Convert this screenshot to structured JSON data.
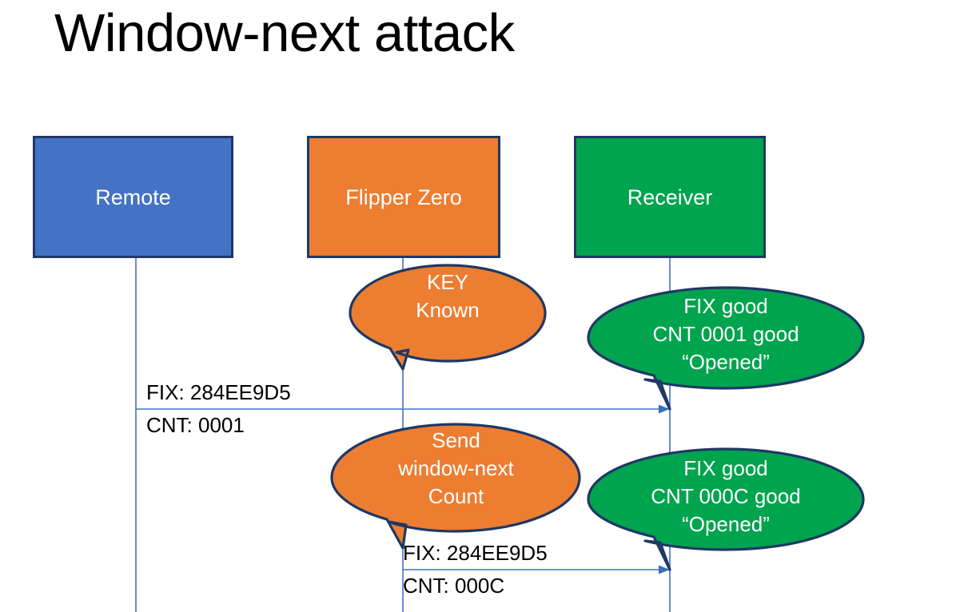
{
  "slide": {
    "title": "Window-next attack",
    "background_color": "#FFFFFF"
  },
  "colors": {
    "remote_fill": "#4472C4",
    "flipper_fill": "#ED7D31",
    "receiver_fill": "#00A44E",
    "shape_outline": "#1F3864",
    "lifeline": "#4472C4",
    "arrow": "#4472C4",
    "label_text": "#000000",
    "shape_text": "#FFFFFF"
  },
  "actors": [
    {
      "id": "remote",
      "label": "Remote",
      "fill": "#4472C4"
    },
    {
      "id": "flipper",
      "label": "Flipper Zero",
      "fill": "#ED7D31"
    },
    {
      "id": "receiver",
      "label": "Receiver",
      "fill": "#00A44E"
    }
  ],
  "callouts": [
    {
      "id": "key-known",
      "owner": "flipper",
      "fill": "#ED7D31",
      "line1": "KEY",
      "line2": "Known",
      "line3": ""
    },
    {
      "id": "receiver-first-packet",
      "owner": "receiver",
      "fill": "#00A44E",
      "line1": "FIX good",
      "line2": "CNT 0001 good",
      "line3": "“Opened”"
    },
    {
      "id": "send-window-next",
      "owner": "flipper",
      "fill": "#ED7D31",
      "line1": "Send",
      "line2": "window-next",
      "line3": "Count"
    },
    {
      "id": "receiver-second-packet",
      "owner": "receiver",
      "fill": "#00A44E",
      "line1": "FIX good",
      "line2": "CNT 000C good",
      "line3": "“Opened”"
    }
  ],
  "messages": [
    {
      "id": "msg-remote-to-receiver",
      "from": "remote",
      "to": "receiver",
      "fix": "FIX: 284EE9D5",
      "cnt": "CNT: 0001"
    },
    {
      "id": "msg-flipper-to-receiver",
      "from": "flipper",
      "to": "receiver",
      "fix": "FIX: 284EE9D5",
      "cnt": "CNT: 000C"
    }
  ]
}
